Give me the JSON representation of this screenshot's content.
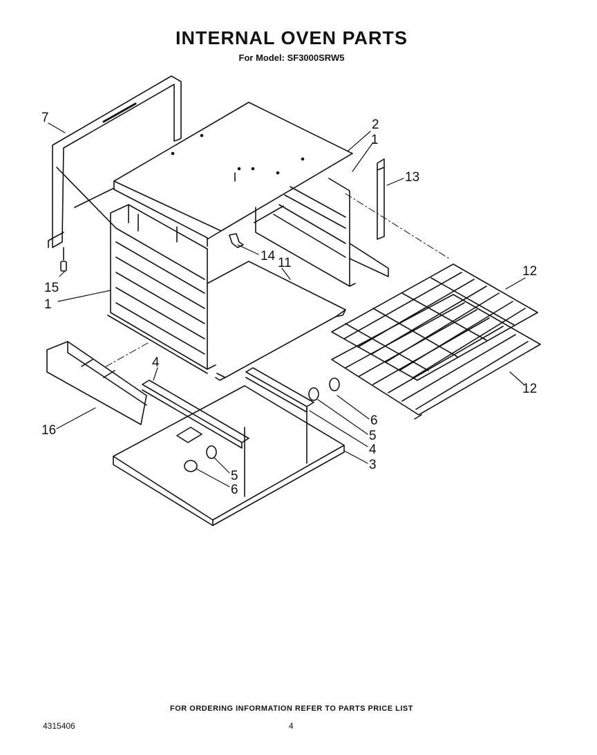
{
  "header": {
    "title": "INTERNAL OVEN PARTS",
    "subtitle": "For Model: SF3000SRW5"
  },
  "callouts": [
    {
      "id": "c7",
      "label": "7"
    },
    {
      "id": "c2",
      "label": "2"
    },
    {
      "id": "c1a",
      "label": "1"
    },
    {
      "id": "c13",
      "label": "13"
    },
    {
      "id": "c14",
      "label": "14"
    },
    {
      "id": "c11",
      "label": "11"
    },
    {
      "id": "c15",
      "label": "15"
    },
    {
      "id": "c1b",
      "label": "1"
    },
    {
      "id": "c12a",
      "label": "12"
    },
    {
      "id": "c12b",
      "label": "12"
    },
    {
      "id": "c4a",
      "label": "4"
    },
    {
      "id": "c16",
      "label": "16"
    },
    {
      "id": "c6a",
      "label": "6"
    },
    {
      "id": "c5a",
      "label": "5"
    },
    {
      "id": "c4b",
      "label": "4"
    },
    {
      "id": "c3",
      "label": "3"
    },
    {
      "id": "c5b",
      "label": "5"
    },
    {
      "id": "c6b",
      "label": "6"
    }
  ],
  "footer": {
    "note": "FOR ORDERING INFORMATION REFER TO PARTS PRICE LIST",
    "doc_number": "4315406",
    "page_number": "4"
  }
}
